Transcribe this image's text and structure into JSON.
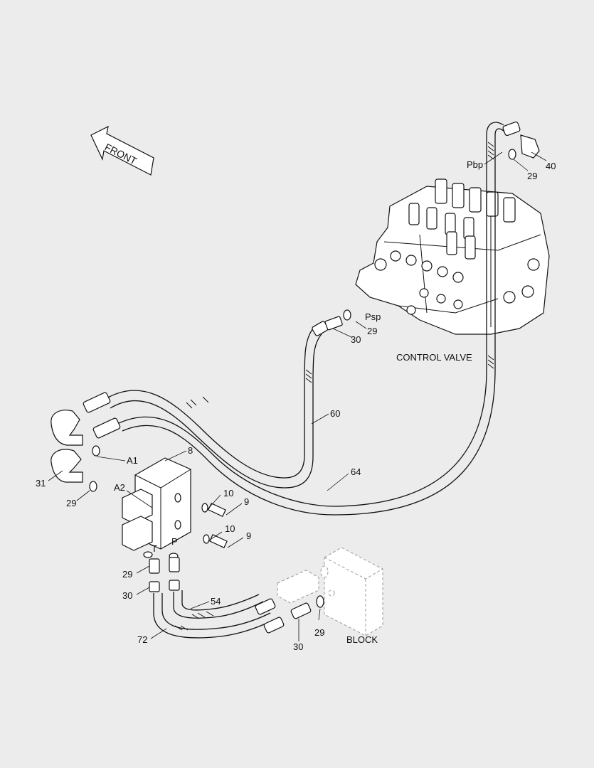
{
  "diagram": {
    "labels": {
      "front": "FRONT",
      "control_valve": "CONTROL VALVE",
      "block": "BLOCK",
      "port_pbp": "Pbp",
      "port_psp": "Psp",
      "port_a1": "A1",
      "port_a2": "A2",
      "port_t": "T",
      "port_p": "P"
    },
    "callouts": {
      "c40": "40",
      "c29_pbp": "29",
      "c29_psp": "29",
      "c30_psp": "30",
      "c60": "60",
      "c64": "64",
      "c8": "8",
      "c31": "31",
      "c29_a2": "29",
      "c10_top": "10",
      "c9_top": "9",
      "c10_bot": "10",
      "c9_bot": "9",
      "c29_t": "29",
      "c30_t": "30",
      "c54": "54",
      "c72": "72",
      "c29_block": "29",
      "c30_block": "30"
    }
  }
}
